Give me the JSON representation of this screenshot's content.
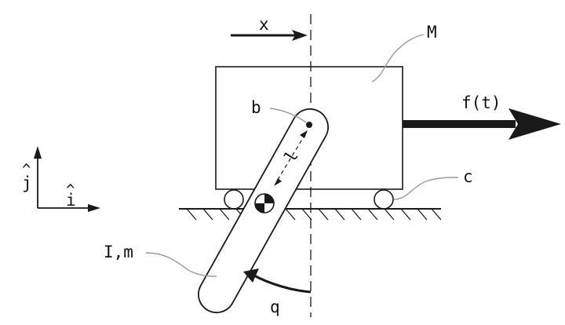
{
  "labels": {
    "x": "x",
    "M": "M",
    "b": "b",
    "l": "l",
    "f": "f(t)",
    "c": "c",
    "j": "j",
    "j_hat": "^",
    "i": "i",
    "i_hat": "^",
    "I_m": "I,m",
    "q": "q"
  },
  "colors": {
    "ink": "#1a1a1a",
    "leader": "#9a9a9a",
    "background": "#ffffff"
  }
}
